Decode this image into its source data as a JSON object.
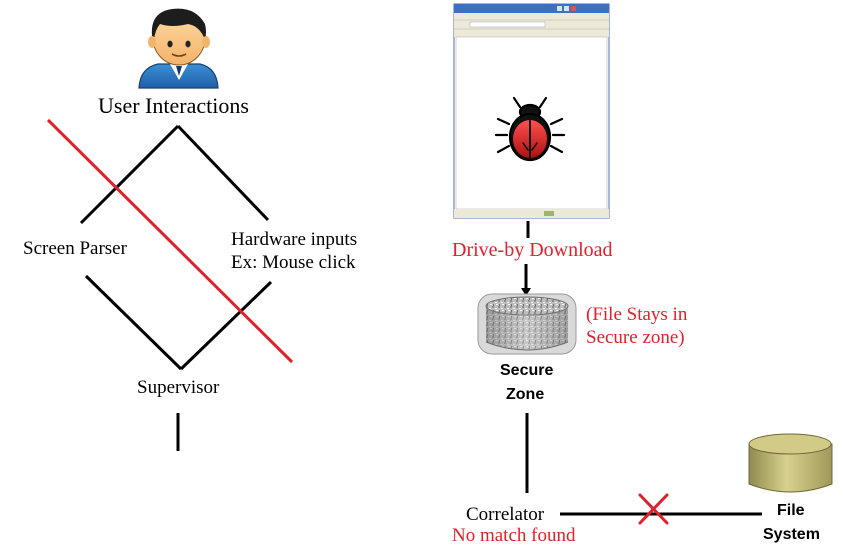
{
  "left": {
    "user_label": "User Interactions",
    "screen_parser_label": "Screen Parser",
    "hardware_line1": "Hardware inputs",
    "hardware_line2": "Ex: Mouse click",
    "supervisor_label": "Supervisor"
  },
  "right": {
    "drive_by_label": "Drive-by Download",
    "secure_note_line1": "(File Stays in",
    "secure_note_line2": "Secure zone)",
    "secure_zone_line1": "Secure",
    "secure_zone_line2": "Zone",
    "correlator_label": "Correlator",
    "no_match_label": "No match found",
    "file_system_line1": "File",
    "file_system_line2": "System"
  },
  "colors": {
    "accent_red": "#e0202a",
    "cylinder_olive": "#c9c27a",
    "bug_red": "#e3262a"
  },
  "icons": [
    "user-avatar-icon",
    "browser-window-icon",
    "bug-icon",
    "secure-zone-cylinder-icon",
    "file-system-cylinder-icon",
    "blocked-x-icon"
  ]
}
